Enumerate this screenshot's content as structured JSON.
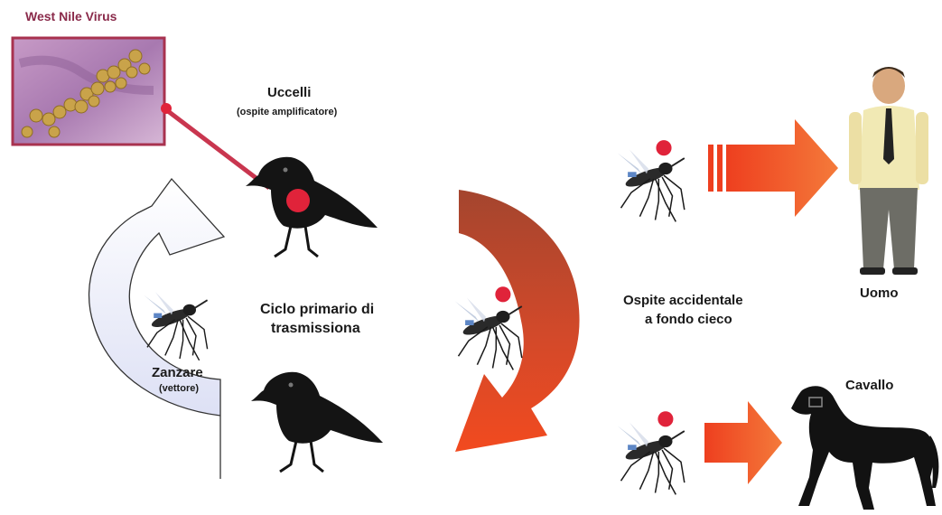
{
  "labels": {
    "virus": "West Nile Virus",
    "birds": "Uccelli",
    "birds_role": "(ospite amplificatore)",
    "cycle_line1": "Ciclo primario di",
    "cycle_line2": "trasmissiona",
    "mosquitoes": "Zanzare",
    "mosquitoes_role": "(vettore)",
    "accidental_line1": "Ospite accidentale",
    "accidental_line2": "a fondo cieco",
    "human": "Uomo",
    "horse": "Cavallo"
  },
  "colors": {
    "virus_frame": "#a8324f",
    "infection_dot": "#e0233a",
    "red_arrow": "#f04a22",
    "dark_red_arrow": "#b4442a",
    "blue_arrow": "#dde0f4",
    "silhouette": "#111111"
  },
  "icons": [
    "virus-micrograph",
    "crow-icon",
    "mosquito-icon",
    "man-icon",
    "horse-icon",
    "arrow-icon"
  ]
}
